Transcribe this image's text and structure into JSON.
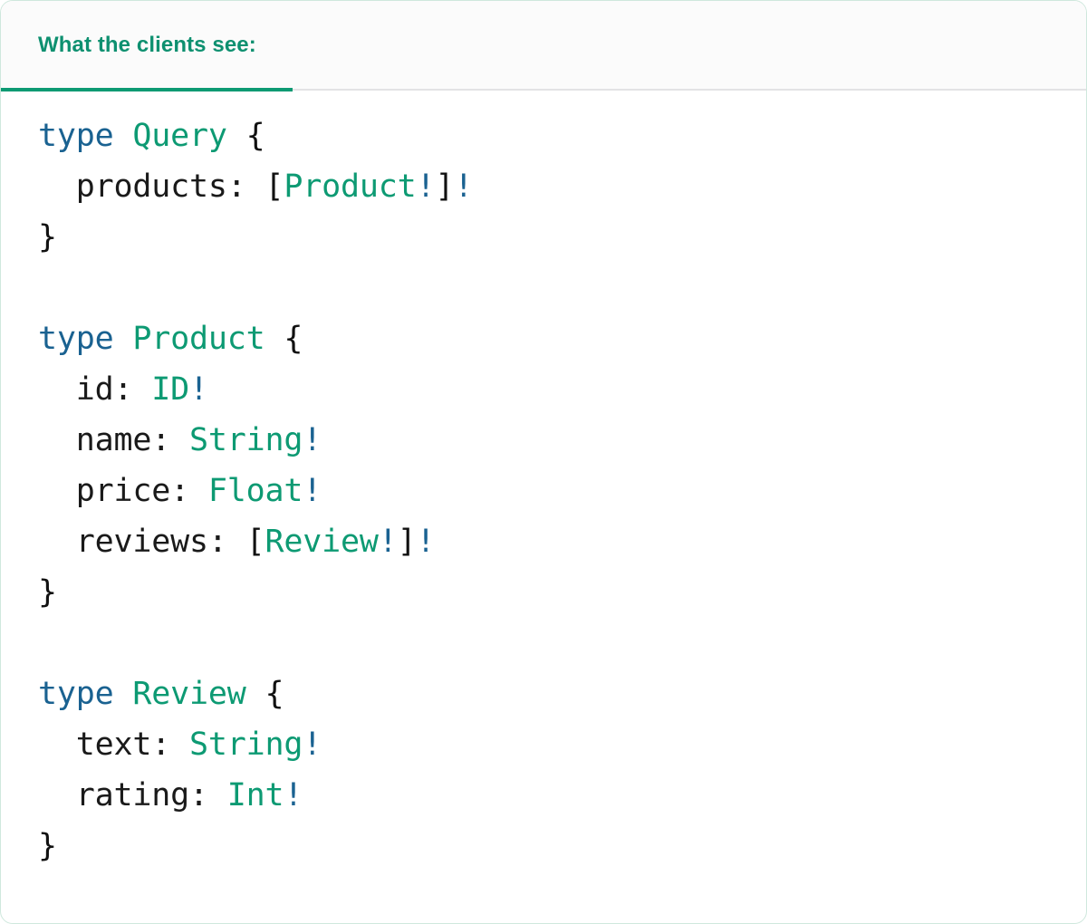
{
  "card": {
    "accent_color": "#0d9a73",
    "border_color": "#cfe8dd",
    "background": "#ffffff"
  },
  "tabs": [
    {
      "id": "clients-view",
      "label": "What the clients see:",
      "active": true
    }
  ],
  "code": {
    "language": "graphql",
    "colors": {
      "keyword": "#1a6291",
      "type_name": "#0d9a73",
      "field_name": "#1a1a1a",
      "punctuation": "#111111",
      "non_null_bang": "#1a6291"
    },
    "lines": [
      {
        "indent": "",
        "tokens": [
          {
            "t": "kw",
            "v": "type"
          },
          {
            "t": "sp",
            "v": " "
          },
          {
            "t": "type",
            "v": "Query"
          },
          {
            "t": "sp",
            "v": " "
          },
          {
            "t": "punct",
            "v": "{"
          }
        ]
      },
      {
        "indent": "  ",
        "tokens": [
          {
            "t": "field",
            "v": "products:"
          },
          {
            "t": "sp",
            "v": " "
          },
          {
            "t": "punct",
            "v": "["
          },
          {
            "t": "type",
            "v": "Product"
          },
          {
            "t": "bang",
            "v": "!"
          },
          {
            "t": "punct",
            "v": "]"
          },
          {
            "t": "bang",
            "v": "!"
          }
        ]
      },
      {
        "indent": "",
        "tokens": [
          {
            "t": "punct",
            "v": "}"
          }
        ]
      },
      {
        "indent": "",
        "tokens": []
      },
      {
        "indent": "",
        "tokens": [
          {
            "t": "kw",
            "v": "type"
          },
          {
            "t": "sp",
            "v": " "
          },
          {
            "t": "type",
            "v": "Product"
          },
          {
            "t": "sp",
            "v": " "
          },
          {
            "t": "punct",
            "v": "{"
          }
        ]
      },
      {
        "indent": "  ",
        "tokens": [
          {
            "t": "field",
            "v": "id:"
          },
          {
            "t": "sp",
            "v": " "
          },
          {
            "t": "type",
            "v": "ID"
          },
          {
            "t": "bang",
            "v": "!"
          }
        ]
      },
      {
        "indent": "  ",
        "tokens": [
          {
            "t": "field",
            "v": "name:"
          },
          {
            "t": "sp",
            "v": " "
          },
          {
            "t": "type",
            "v": "String"
          },
          {
            "t": "bang",
            "v": "!"
          }
        ]
      },
      {
        "indent": "  ",
        "tokens": [
          {
            "t": "field",
            "v": "price:"
          },
          {
            "t": "sp",
            "v": " "
          },
          {
            "t": "type",
            "v": "Float"
          },
          {
            "t": "bang",
            "v": "!"
          }
        ]
      },
      {
        "indent": "  ",
        "tokens": [
          {
            "t": "field",
            "v": "reviews:"
          },
          {
            "t": "sp",
            "v": " "
          },
          {
            "t": "punct",
            "v": "["
          },
          {
            "t": "type",
            "v": "Review"
          },
          {
            "t": "bang",
            "v": "!"
          },
          {
            "t": "punct",
            "v": "]"
          },
          {
            "t": "bang",
            "v": "!"
          }
        ]
      },
      {
        "indent": "",
        "tokens": [
          {
            "t": "punct",
            "v": "}"
          }
        ]
      },
      {
        "indent": "",
        "tokens": []
      },
      {
        "indent": "",
        "tokens": [
          {
            "t": "kw",
            "v": "type"
          },
          {
            "t": "sp",
            "v": " "
          },
          {
            "t": "type",
            "v": "Review"
          },
          {
            "t": "sp",
            "v": " "
          },
          {
            "t": "punct",
            "v": "{"
          }
        ]
      },
      {
        "indent": "  ",
        "tokens": [
          {
            "t": "field",
            "v": "text:"
          },
          {
            "t": "sp",
            "v": " "
          },
          {
            "t": "type",
            "v": "String"
          },
          {
            "t": "bang",
            "v": "!"
          }
        ]
      },
      {
        "indent": "  ",
        "tokens": [
          {
            "t": "field",
            "v": "rating:"
          },
          {
            "t": "sp",
            "v": " "
          },
          {
            "t": "type",
            "v": "Int"
          },
          {
            "t": "bang",
            "v": "!"
          }
        ]
      },
      {
        "indent": "",
        "tokens": [
          {
            "t": "punct",
            "v": "}"
          }
        ]
      }
    ]
  }
}
